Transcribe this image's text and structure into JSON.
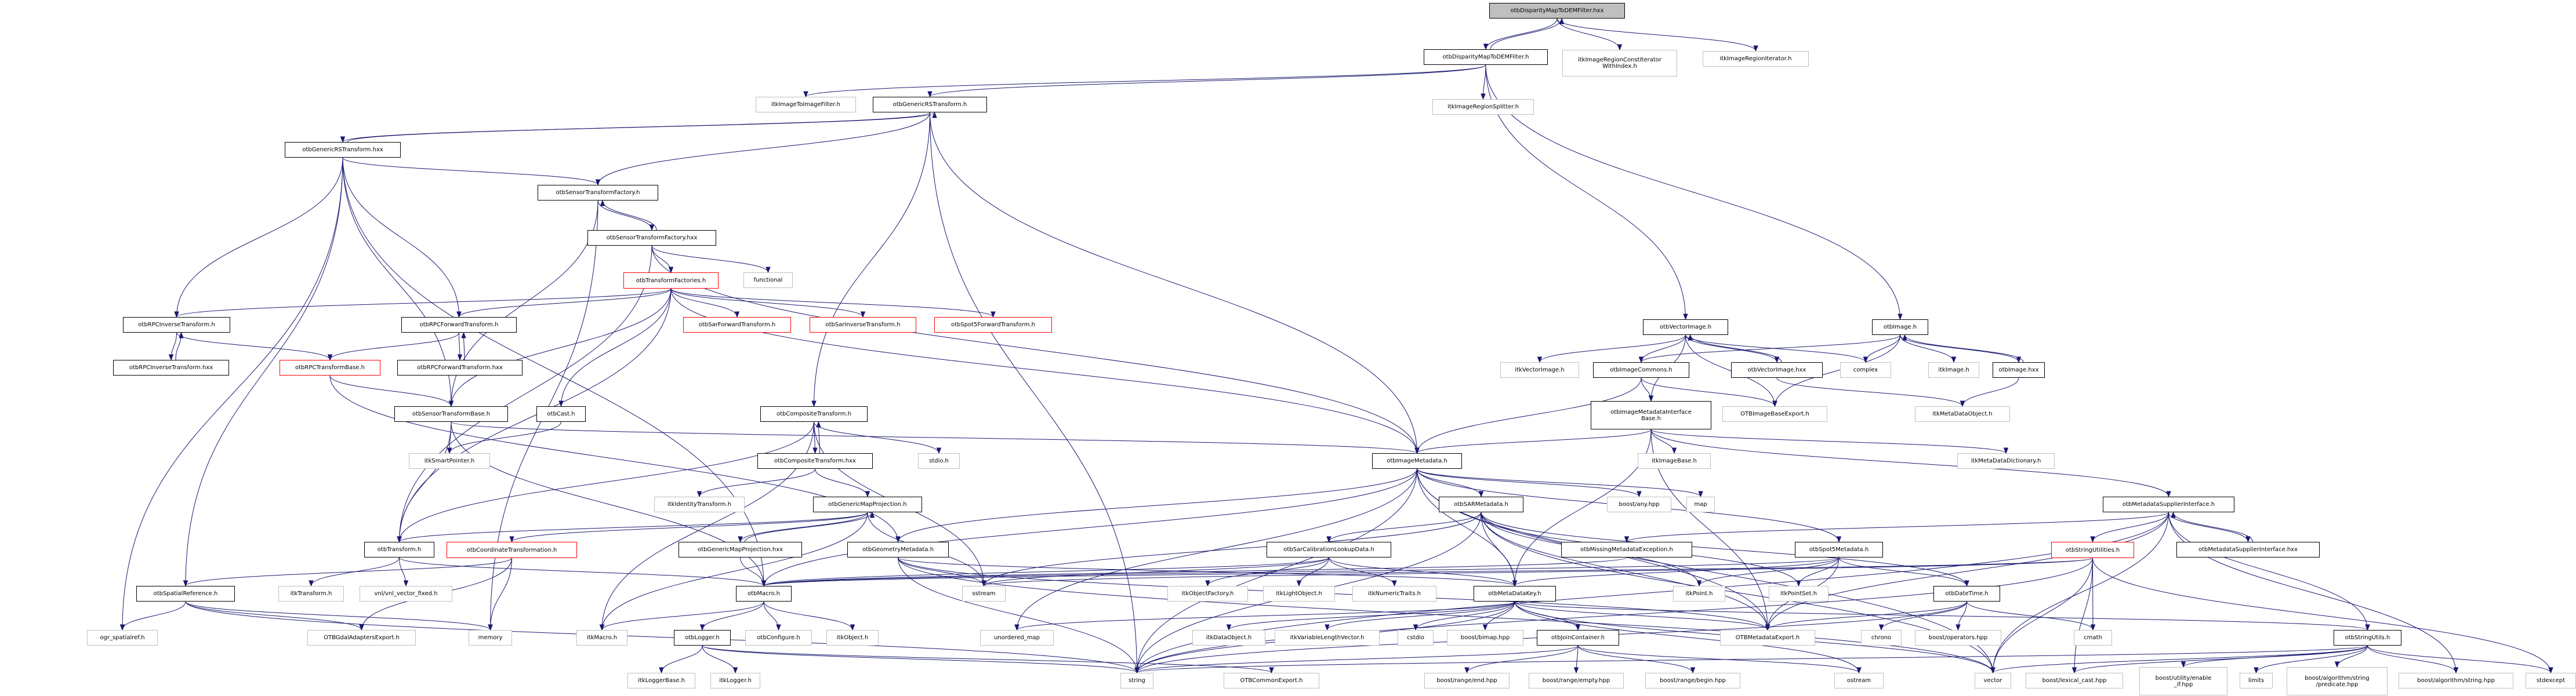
{
  "title": "otbDisparityMapToDEMFilter.hxx include dependency graph",
  "colors": {
    "edge": "#191970",
    "root_fill": "#bfbfbf",
    "internal_border": "#000000",
    "external_border": "#bfbfbf",
    "incomplete_border": "#ff0000"
  },
  "nodes": [
    {
      "id": "root",
      "label": "otbDisparityMapToDEMFilter.hxx",
      "kind": "root"
    },
    {
      "id": "dmf_h",
      "label": "otbDisparityMapToDEMFilter.h",
      "kind": "internal"
    },
    {
      "id": "itkRCIWI",
      "label": "itkImageRegionConstIterator\nWithIndex.h",
      "kind": "external"
    },
    {
      "id": "itkRI",
      "label": "itkImageRegionIterator.h",
      "kind": "external"
    },
    {
      "id": "itkI2I",
      "label": "itkImageToImageFilter.h",
      "kind": "external"
    },
    {
      "id": "grs_h",
      "label": "otbGenericRSTransform.h",
      "kind": "internal"
    },
    {
      "id": "itkRS",
      "label": "itkImageRegionSplitter.h",
      "kind": "external"
    },
    {
      "id": "grs_hxx",
      "label": "otbGenericRSTransform.hxx",
      "kind": "internal"
    },
    {
      "id": "stf_h",
      "label": "otbSensorTransformFactory.h",
      "kind": "internal"
    },
    {
      "id": "stf_hxx",
      "label": "otbSensorTransformFactory.hxx",
      "kind": "internal"
    },
    {
      "id": "tfac",
      "label": "otbTransformFactories.h",
      "kind": "incomplete"
    },
    {
      "id": "functional",
      "label": "functional",
      "kind": "external"
    },
    {
      "id": "rpcinv",
      "label": "otbRPCInverseTransform.h",
      "kind": "internal"
    },
    {
      "id": "rpcfwd",
      "label": "otbRPCForwardTransform.h",
      "kind": "internal"
    },
    {
      "id": "sarfwd",
      "label": "otbSarForwardTransform.h",
      "kind": "incomplete"
    },
    {
      "id": "sarinv",
      "label": "otbSarInverseTransform.h",
      "kind": "incomplete"
    },
    {
      "id": "spot5fwd",
      "label": "otbSpot5ForwardTransform.h",
      "kind": "incomplete"
    },
    {
      "id": "rpcinv_hxx",
      "label": "otbRPCInverseTransform.hxx",
      "kind": "internal"
    },
    {
      "id": "rpcbase",
      "label": "otbRPCTransformBase.h",
      "kind": "incomplete"
    },
    {
      "id": "rpcfwd_hxx",
      "label": "otbRPCForwardTransform.hxx",
      "kind": "internal"
    },
    {
      "id": "vimg",
      "label": "otbVectorImage.h",
      "kind": "internal"
    },
    {
      "id": "img",
      "label": "otbImage.h",
      "kind": "internal"
    },
    {
      "id": "itkVI",
      "label": "itkVectorImage.h",
      "kind": "external"
    },
    {
      "id": "imgcom",
      "label": "otbImageCommons.h",
      "kind": "internal"
    },
    {
      "id": "vimg_hxx",
      "label": "otbVectorImage.hxx",
      "kind": "internal"
    },
    {
      "id": "complex",
      "label": "complex",
      "kind": "external"
    },
    {
      "id": "itkImage",
      "label": "itkImage.h",
      "kind": "external"
    },
    {
      "id": "img_hxx",
      "label": "otbImage.hxx",
      "kind": "internal"
    },
    {
      "id": "stbase",
      "label": "otbSensorTransformBase.h",
      "kind": "internal"
    },
    {
      "id": "cast",
      "label": "otbCast.h",
      "kind": "internal"
    },
    {
      "id": "comp",
      "label": "otbCompositeTransform.h",
      "kind": "internal"
    },
    {
      "id": "imib",
      "label": "otbImageMetadataInterface\nBase.h",
      "kind": "internal"
    },
    {
      "id": "imgbexp",
      "label": "OTBImageBaseExport.h",
      "kind": "external"
    },
    {
      "id": "itkMDO",
      "label": "itkMetaDataObject.h",
      "kind": "external"
    },
    {
      "id": "smartptr",
      "label": "itkSmartPointer.h",
      "kind": "external"
    },
    {
      "id": "stdio",
      "label": "stdio.h",
      "kind": "external"
    },
    {
      "id": "imd",
      "label": "otbImageMetadata.h",
      "kind": "internal"
    },
    {
      "id": "itkImgBase",
      "label": "itkImageBase.h",
      "kind": "external"
    },
    {
      "id": "itkMDD",
      "label": "itkMetaDataDictionary.h",
      "kind": "external"
    },
    {
      "id": "comp_hxx",
      "label": "otbCompositeTransform.hxx",
      "kind": "internal"
    },
    {
      "id": "itkIdT",
      "label": "itkIdentityTransform.h",
      "kind": "external"
    },
    {
      "id": "gmp",
      "label": "otbGenericMapProjection.h",
      "kind": "internal"
    },
    {
      "id": "sarmd",
      "label": "otbSARMetadata.h",
      "kind": "internal"
    },
    {
      "id": "boostany",
      "label": "boost/any.hpp",
      "kind": "external"
    },
    {
      "id": "map",
      "label": "map",
      "kind": "external"
    },
    {
      "id": "msi",
      "label": "otbMetadataSupplierInterface.h",
      "kind": "internal"
    },
    {
      "id": "transform",
      "label": "otbTransform.h",
      "kind": "internal"
    },
    {
      "id": "coordtr",
      "label": "otbCoordinateTransformation.h",
      "kind": "incomplete"
    },
    {
      "id": "gmp_hxx",
      "label": "otbGenericMapProjection.hxx",
      "kind": "internal"
    },
    {
      "id": "geommd",
      "label": "otbGeometryMetadata.h",
      "kind": "internal"
    },
    {
      "id": "sarcal",
      "label": "otbSarCalibrationLookupData.h",
      "kind": "internal"
    },
    {
      "id": "mme",
      "label": "otbMissingMetadataException.h",
      "kind": "internal"
    },
    {
      "id": "spot5md",
      "label": "otbSpot5Metadata.h",
      "kind": "internal"
    },
    {
      "id": "strutil",
      "label": "otbStringUtilities.h",
      "kind": "incomplete"
    },
    {
      "id": "msi_hxx",
      "label": "otbMetadataSupplierInterface.hxx",
      "kind": "internal"
    },
    {
      "id": "spref",
      "label": "otbSpatialReference.h",
      "kind": "internal"
    },
    {
      "id": "itkTr",
      "label": "itkTransform.h",
      "kind": "external"
    },
    {
      "id": "vnlvf",
      "label": "vnl/vnl_vector_fixed.h",
      "kind": "external"
    },
    {
      "id": "macro",
      "label": "otbMacro.h",
      "kind": "internal"
    },
    {
      "id": "sstream",
      "label": "sstream",
      "kind": "external"
    },
    {
      "id": "itkOF",
      "label": "itkObjectFactory.h",
      "kind": "external"
    },
    {
      "id": "itkLO",
      "label": "itkLightObject.h",
      "kind": "external"
    },
    {
      "id": "itkNT",
      "label": "itkNumericTraits.h",
      "kind": "external"
    },
    {
      "id": "mdkey",
      "label": "otbMetaDataKey.h",
      "kind": "internal"
    },
    {
      "id": "itkPoint",
      "label": "itkPoint.h",
      "kind": "external"
    },
    {
      "id": "itkPS",
      "label": "itkPointSet.h",
      "kind": "external"
    },
    {
      "id": "datetime",
      "label": "otbDateTime.h",
      "kind": "internal"
    },
    {
      "id": "ogr",
      "label": "ogr_spatialref.h",
      "kind": "external"
    },
    {
      "id": "gdalexp",
      "label": "OTBGdalAdaptersExport.h",
      "kind": "external"
    },
    {
      "id": "memory",
      "label": "memory",
      "kind": "external"
    },
    {
      "id": "itkMacro",
      "label": "itkMacro.h",
      "kind": "external"
    },
    {
      "id": "logger",
      "label": "otbLogger.h",
      "kind": "internal"
    },
    {
      "id": "config",
      "label": "otbConfigure.h",
      "kind": "external"
    },
    {
      "id": "itkObj",
      "label": "itkObject.h",
      "kind": "external"
    },
    {
      "id": "umap",
      "label": "unordered_map",
      "kind": "external"
    },
    {
      "id": "itkDO",
      "label": "itkDataObject.h",
      "kind": "external"
    },
    {
      "id": "itkVLV",
      "label": "itkVariableLengthVector.h",
      "kind": "external"
    },
    {
      "id": "cstdio",
      "label": "cstdio",
      "kind": "external"
    },
    {
      "id": "bitmap",
      "label": "boost/bimap.hpp",
      "kind": "external"
    },
    {
      "id": "join",
      "label": "otbJoinContainer.h",
      "kind": "internal"
    },
    {
      "id": "mdexp",
      "label": "OTBMetadataExport.h",
      "kind": "external"
    },
    {
      "id": "chrono",
      "label": "chrono",
      "kind": "external"
    },
    {
      "id": "boostops",
      "label": "boost/operators.hpp",
      "kind": "external"
    },
    {
      "id": "cmath",
      "label": "cmath",
      "kind": "external"
    },
    {
      "id": "strutils",
      "label": "otbStringUtils.h",
      "kind": "internal"
    },
    {
      "id": "itkLB",
      "label": "itkLoggerBase.h",
      "kind": "external"
    },
    {
      "id": "itkLogger",
      "label": "itkLogger.h",
      "kind": "external"
    },
    {
      "id": "string",
      "label": "string",
      "kind": "external"
    },
    {
      "id": "commonexp",
      "label": "OTBCommonExport.h",
      "kind": "external"
    },
    {
      "id": "rend",
      "label": "boost/range/end.hpp",
      "kind": "external"
    },
    {
      "id": "rempty",
      "label": "boost/range/empty.hpp",
      "kind": "external"
    },
    {
      "id": "rbegin",
      "label": "boost/range/begin.hpp",
      "kind": "external"
    },
    {
      "id": "ostream",
      "label": "ostream",
      "kind": "external"
    },
    {
      "id": "vector",
      "label": "vector",
      "kind": "external"
    },
    {
      "id": "lexcast",
      "label": "boost/lexical_cast.hpp",
      "kind": "external"
    },
    {
      "id": "enableif",
      "label": "boost/utility/enable\n_if.hpp",
      "kind": "external"
    },
    {
      "id": "limits",
      "label": "limits",
      "kind": "external"
    },
    {
      "id": "predicate",
      "label": "boost/algorithm/string\n/predicate.hpp",
      "kind": "external"
    },
    {
      "id": "algstr",
      "label": "boost/algorithm/string.hpp",
      "kind": "external"
    },
    {
      "id": "stdexcept",
      "label": "stdexcept",
      "kind": "external"
    }
  ],
  "edges": [
    [
      "root",
      "dmf_h"
    ],
    [
      "dmf_h",
      "root"
    ],
    [
      "root",
      "itkRCIWI"
    ],
    [
      "root",
      "itkRI"
    ],
    [
      "dmf_h",
      "itkI2I"
    ],
    [
      "dmf_h",
      "grs_h"
    ],
    [
      "dmf_h",
      "itkRS"
    ],
    [
      "dmf_h",
      "vimg"
    ],
    [
      "dmf_h",
      "img"
    ],
    [
      "grs_h",
      "grs_hxx"
    ],
    [
      "grs_hxx",
      "grs_h"
    ],
    [
      "grs_h",
      "stf_h"
    ],
    [
      "grs_h",
      "comp"
    ],
    [
      "grs_h",
      "imd"
    ],
    [
      "grs_h",
      "string"
    ],
    [
      "grs_hxx",
      "stf_h"
    ],
    [
      "grs_hxx",
      "rpcinv"
    ],
    [
      "grs_hxx",
      "rpcfwd"
    ],
    [
      "grs_hxx",
      "spref"
    ],
    [
      "grs_hxx",
      "macro"
    ],
    [
      "grs_hxx",
      "ogr"
    ],
    [
      "grs_hxx",
      "stbase"
    ],
    [
      "stf_h",
      "stf_hxx"
    ],
    [
      "stf_hxx",
      "stf_h"
    ],
    [
      "stf_h",
      "stbase"
    ],
    [
      "stf_h",
      "memory"
    ],
    [
      "stf_hxx",
      "tfac"
    ],
    [
      "stf_hxx",
      "functional"
    ],
    [
      "stf_hxx",
      "imd"
    ],
    [
      "stf_hxx",
      "transform"
    ],
    [
      "tfac",
      "rpcinv"
    ],
    [
      "tfac",
      "rpcfwd"
    ],
    [
      "tfac",
      "sarfwd"
    ],
    [
      "tfac",
      "sarinv"
    ],
    [
      "tfac",
      "spot5fwd"
    ],
    [
      "tfac",
      "stbase"
    ],
    [
      "tfac",
      "cast"
    ],
    [
      "tfac",
      "imd"
    ],
    [
      "tfac",
      "transform"
    ],
    [
      "rpcinv",
      "rpcinv_hxx"
    ],
    [
      "rpcinv_hxx",
      "rpcinv"
    ],
    [
      "rpcinv",
      "rpcbase"
    ],
    [
      "rpcfwd",
      "rpcfwd_hxx"
    ],
    [
      "rpcfwd_hxx",
      "rpcfwd"
    ],
    [
      "rpcfwd",
      "rpcbase"
    ],
    [
      "rpcbase",
      "stbase"
    ],
    [
      "rpcbase",
      "geommd"
    ],
    [
      "stbase",
      "transform"
    ],
    [
      "stbase",
      "smartptr"
    ],
    [
      "stbase",
      "imd"
    ],
    [
      "stbase",
      "macro"
    ],
    [
      "cast",
      "smartptr"
    ],
    [
      "comp",
      "comp_hxx"
    ],
    [
      "comp_hxx",
      "comp"
    ],
    [
      "comp",
      "transform"
    ],
    [
      "comp",
      "stdio"
    ],
    [
      "comp",
      "sstream"
    ],
    [
      "comp",
      "itkMacro"
    ],
    [
      "comp_hxx",
      "itkIdT"
    ],
    [
      "comp_hxx",
      "gmp"
    ],
    [
      "gmp",
      "gmp_hxx"
    ],
    [
      "gmp_hxx",
      "gmp"
    ],
    [
      "gmp",
      "transform"
    ],
    [
      "gmp",
      "coordtr"
    ],
    [
      "gmp",
      "sstream"
    ],
    [
      "gmp",
      "itkMacro"
    ],
    [
      "gmp_hxx",
      "macro"
    ],
    [
      "vimg",
      "itkVI"
    ],
    [
      "vimg",
      "imgcom"
    ],
    [
      "vimg",
      "vimg_hxx"
    ],
    [
      "vimg_hxx",
      "vimg"
    ],
    [
      "vimg",
      "complex"
    ],
    [
      "vimg",
      "imgbexp"
    ],
    [
      "vimg",
      "imib"
    ],
    [
      "img",
      "imgcom"
    ],
    [
      "img",
      "complex"
    ],
    [
      "img",
      "itkImage"
    ],
    [
      "img",
      "img_hxx"
    ],
    [
      "img_hxx",
      "img"
    ],
    [
      "img",
      "imgbexp"
    ],
    [
      "vimg_hxx",
      "itkMDO"
    ],
    [
      "img_hxx",
      "itkMDO"
    ],
    [
      "imgcom",
      "imib"
    ],
    [
      "imgcom",
      "imgbexp"
    ],
    [
      "imgcom",
      "imd"
    ],
    [
      "imib",
      "imd"
    ],
    [
      "imib",
      "itkImgBase"
    ],
    [
      "imib",
      "itkMDD"
    ],
    [
      "imib",
      "msi"
    ],
    [
      "imib",
      "mdexp"
    ],
    [
      "imib",
      "mdkey"
    ],
    [
      "imd",
      "sarmd"
    ],
    [
      "imd",
      "boostany"
    ],
    [
      "imd",
      "map"
    ],
    [
      "imd",
      "geommd"
    ],
    [
      "imd",
      "spot5md"
    ],
    [
      "imd",
      "mdkey"
    ],
    [
      "imd",
      "mdexp"
    ],
    [
      "imd",
      "macro"
    ],
    [
      "imd",
      "string"
    ],
    [
      "imd",
      "vector"
    ],
    [
      "imd",
      "umap"
    ],
    [
      "sarmd",
      "sarcal"
    ],
    [
      "sarmd",
      "mdkey"
    ],
    [
      "sarmd",
      "itkPoint"
    ],
    [
      "sarmd",
      "itkPS"
    ],
    [
      "sarmd",
      "datetime"
    ],
    [
      "sarmd",
      "mdexp"
    ],
    [
      "sarmd",
      "string"
    ],
    [
      "sarmd",
      "vector"
    ],
    [
      "sarmd",
      "sstream"
    ],
    [
      "msi",
      "mme"
    ],
    [
      "msi",
      "strutil"
    ],
    [
      "msi",
      "msi_hxx"
    ],
    [
      "msi_hxx",
      "msi"
    ],
    [
      "msi",
      "strutils"
    ],
    [
      "msi",
      "mdexp"
    ],
    [
      "msi",
      "string"
    ],
    [
      "msi",
      "vector"
    ],
    [
      "msi",
      "algstr"
    ],
    [
      "transform",
      "itkTr"
    ],
    [
      "transform",
      "vnlvf"
    ],
    [
      "transform",
      "macro"
    ],
    [
      "coordtr",
      "spref"
    ],
    [
      "coordtr",
      "gdalexp"
    ],
    [
      "coordtr",
      "memory"
    ],
    [
      "geommd",
      "mdkey"
    ],
    [
      "geommd",
      "sstream"
    ],
    [
      "geommd",
      "string"
    ],
    [
      "geommd",
      "vector"
    ],
    [
      "geommd",
      "mdexp"
    ],
    [
      "sarcal",
      "itkOF"
    ],
    [
      "sarcal",
      "itkLO"
    ],
    [
      "sarcal",
      "itkNT"
    ],
    [
      "sarcal",
      "mdkey"
    ],
    [
      "sarcal",
      "sstream"
    ],
    [
      "sarcal",
      "macro"
    ],
    [
      "mme",
      "macro"
    ],
    [
      "spot5md",
      "mdkey"
    ],
    [
      "spot5md",
      "itkPoint"
    ],
    [
      "spot5md",
      "itkPS"
    ],
    [
      "spot5md",
      "datetime"
    ],
    [
      "spot5md",
      "mdexp"
    ],
    [
      "spot5md",
      "macro"
    ],
    [
      "strutil",
      "macro"
    ],
    [
      "strutil",
      "sstream"
    ],
    [
      "strutil",
      "string"
    ],
    [
      "strutil",
      "vector"
    ],
    [
      "strutil",
      "cmath"
    ],
    [
      "strutil",
      "stdexcept"
    ],
    [
      "strutil",
      "lexcast"
    ],
    [
      "spref",
      "ogr"
    ],
    [
      "spref",
      "gdalexp"
    ],
    [
      "spref",
      "memory"
    ],
    [
      "spref",
      "string"
    ],
    [
      "macro",
      "itkMacro"
    ],
    [
      "macro",
      "logger"
    ],
    [
      "macro",
      "config"
    ],
    [
      "macro",
      "itkObj"
    ],
    [
      "logger",
      "itkLB"
    ],
    [
      "logger",
      "itkLogger"
    ],
    [
      "logger",
      "string"
    ],
    [
      "logger",
      "commonexp"
    ],
    [
      "mdkey",
      "umap"
    ],
    [
      "mdkey",
      "itkDO"
    ],
    [
      "mdkey",
      "itkVLV"
    ],
    [
      "mdkey",
      "cstdio"
    ],
    [
      "mdkey",
      "bitmap"
    ],
    [
      "mdkey",
      "join"
    ],
    [
      "mdkey",
      "mdexp"
    ],
    [
      "mdkey",
      "strutils"
    ],
    [
      "mdkey",
      "string"
    ],
    [
      "mdkey",
      "vector"
    ],
    [
      "mdkey",
      "ostream"
    ],
    [
      "datetime",
      "chrono"
    ],
    [
      "datetime",
      "boostops"
    ],
    [
      "datetime",
      "cmath"
    ],
    [
      "datetime",
      "mdexp"
    ],
    [
      "datetime",
      "string"
    ],
    [
      "join",
      "rend"
    ],
    [
      "join",
      "rempty"
    ],
    [
      "join",
      "rbegin"
    ],
    [
      "join",
      "ostream"
    ],
    [
      "join",
      "string"
    ],
    [
      "strutils",
      "vector"
    ],
    [
      "strutils",
      "lexcast"
    ],
    [
      "strutils",
      "enableif"
    ],
    [
      "strutils",
      "limits"
    ],
    [
      "strutils",
      "predicate"
    ],
    [
      "strutils",
      "algstr"
    ],
    [
      "strutils",
      "stdexcept"
    ],
    [
      "strutils",
      "string"
    ]
  ]
}
